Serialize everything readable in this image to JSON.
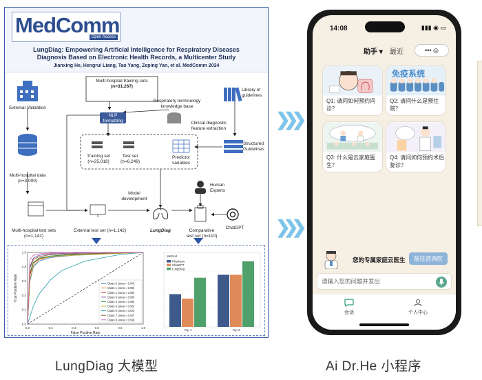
{
  "poster": {
    "logo": "MedComm",
    "logo_badge": "Open Access",
    "title_line1": "LungDiag: Empowering Artificial Intelligence for Respiratory Diseases",
    "title_line2": "Diagnosis Based on Electronic Health Records, a Multicenter Study",
    "authors": "Jianxing He, Hengrui Liang, Tao Yang, Zeping Yan, et al. MedComm 2024",
    "flow": {
      "training_sets": "Multi-hospital training sets",
      "training_n": "(n=31,267)",
      "external_validation": "External Validation",
      "nlp": "NLP",
      "formatting": "formatting",
      "terminology": "Respiratory terminology",
      "knowledge_base": "knowledge base",
      "library": "Library of",
      "guidelines": "guidelines",
      "clinical": "Clinical diagnostic",
      "feature_extraction": "feature extraction",
      "multi_hospital_data": "Multi-hospital data",
      "data_n": "(n=3,000)",
      "training_set": "Training set",
      "training_set_n": "(n=25,018)",
      "test_set": "Test set",
      "test_set_n": "(n=6,249)",
      "predictor": "Predictor",
      "variables": "variables",
      "structured": "Structured",
      "structured_guidelines": "Guidelines",
      "human": "Human",
      "experts": "Experts",
      "model": "Model",
      "development": "development",
      "mh_test_sets": "Multi-hospital test sets",
      "mh_test_n": "(n=1,142)",
      "external_test": "External test set (n=1,142)",
      "lungdiag": "LungDiag",
      "comparative": "Comparative",
      "comparative_n": "test set (n=110)",
      "chatgpt": "ChatGPT"
    }
  },
  "chart_data": [
    {
      "type": "line",
      "title": "",
      "xlabel": "False Positive Rate",
      "ylabel": "True Positive Rate",
      "xlim": [
        0,
        1
      ],
      "ylim": [
        0,
        1
      ],
      "x_ticks": [
        "0.0",
        "0.2",
        "0.4",
        "0.6",
        "0.8",
        "1.0"
      ],
      "y_ticks": [
        "0.0",
        "0.2",
        "0.4",
        "0.6",
        "0.8",
        "1.0"
      ],
      "legend_position": "bottom-right",
      "series": [
        {
          "name": "Class 0 (area = 0.94)",
          "color": "#3a6fb0",
          "x": [
            0,
            0.02,
            0.05,
            0.1,
            0.2,
            0.4,
            0.7,
            1
          ],
          "y": [
            0,
            0.6,
            0.8,
            0.88,
            0.93,
            0.96,
            0.98,
            1
          ]
        },
        {
          "name": "Class 1 (area = 0.96)",
          "color": "#e08a2e",
          "x": [
            0,
            0.02,
            0.05,
            0.1,
            0.2,
            0.4,
            0.7,
            1
          ],
          "y": [
            0,
            0.7,
            0.86,
            0.92,
            0.95,
            0.97,
            0.99,
            1
          ]
        },
        {
          "name": "Class 2 (area = 0.96)",
          "color": "#d43a3a",
          "x": [
            0,
            0.02,
            0.05,
            0.1,
            0.2,
            0.4,
            0.7,
            1
          ],
          "y": [
            0,
            0.68,
            0.85,
            0.91,
            0.95,
            0.97,
            0.99,
            1
          ]
        },
        {
          "name": "Class 3 (area = 0.98)",
          "color": "#7b4fa8",
          "x": [
            0,
            0.02,
            0.05,
            0.1,
            0.2,
            0.4,
            0.7,
            1
          ],
          "y": [
            0,
            0.8,
            0.92,
            0.96,
            0.98,
            0.99,
            1,
            1
          ]
        },
        {
          "name": "Class 4 (area = 0.96)",
          "color": "#2e9b4a",
          "x": [
            0,
            0.02,
            0.05,
            0.1,
            0.2,
            0.4,
            0.7,
            1
          ],
          "y": [
            0,
            0.72,
            0.86,
            0.92,
            0.95,
            0.97,
            0.99,
            1
          ]
        },
        {
          "name": "Class 5 (area = 0.95)",
          "color": "#c7b23a",
          "x": [
            0,
            0.02,
            0.05,
            0.1,
            0.2,
            0.4,
            0.7,
            1
          ],
          "y": [
            0,
            0.62,
            0.82,
            0.9,
            0.94,
            0.96,
            0.98,
            1
          ]
        },
        {
          "name": "Class 6 (area = 0.84)",
          "color": "#3aa8b0",
          "x": [
            0,
            0.05,
            0.1,
            0.2,
            0.3,
            0.5,
            0.8,
            1
          ],
          "y": [
            0,
            0.25,
            0.42,
            0.62,
            0.75,
            0.88,
            0.97,
            1
          ]
        },
        {
          "name": "Class 7 (area = 0.97)",
          "color": "#8a5a3a",
          "x": [
            0,
            0.02,
            0.05,
            0.1,
            0.2,
            0.4,
            0.7,
            1
          ],
          "y": [
            0,
            0.78,
            0.9,
            0.94,
            0.97,
            0.98,
            0.99,
            1
          ]
        },
        {
          "name": "Class 8 (area = 0.99)",
          "color": "#d96fb3",
          "x": [
            0,
            0.02,
            0.05,
            0.1,
            0.2,
            0.4,
            0.7,
            1
          ],
          "y": [
            0,
            0.9,
            0.96,
            0.98,
            0.99,
            1,
            1,
            1
          ]
        }
      ]
    },
    {
      "type": "bar",
      "title": "",
      "xlabel": "",
      "ylabel": "",
      "legend_title": "Method",
      "legend_position": "top-left",
      "categories": [
        "Top 1",
        "Top 3"
      ],
      "ylim": [
        0,
        1
      ],
      "series": [
        {
          "name": "Physician",
          "color": "#3d5a8a",
          "values": [
            0.44,
            0.7
          ]
        },
        {
          "name": "ChatGPT",
          "color": "#e08a5a",
          "values": [
            0.38,
            0.7
          ]
        },
        {
          "name": "LungDiag",
          "color": "#4fa06a",
          "values": [
            0.66,
            0.88
          ]
        }
      ]
    }
  ],
  "captions": {
    "left": "LungDiag 大模型",
    "right": "Ai Dr.He 小程序"
  },
  "phone": {
    "time": "14:08",
    "status_icons": "▮▮▮ ◉ ▭",
    "nav_active": "助手 ▾",
    "nav_other": "最近",
    "capsule": "•••  ◎",
    "cards": [
      {
        "question": "Q1: 请问如何预约问诊？"
      },
      {
        "question": "Q2: 请问什么是预住院？",
        "banner": "免疫系统"
      },
      {
        "question": "Q3: 什么是云家庭医生？"
      },
      {
        "question": "Q4: 请问如何预约术后复诊？"
      }
    ],
    "doctor_text": "您的专属家庭云医生",
    "doctor_button": "前往咨询区",
    "input_placeholder": "请输入您的问题并发出",
    "tabs": [
      {
        "label": "会话"
      },
      {
        "label": "个人中心"
      }
    ]
  }
}
